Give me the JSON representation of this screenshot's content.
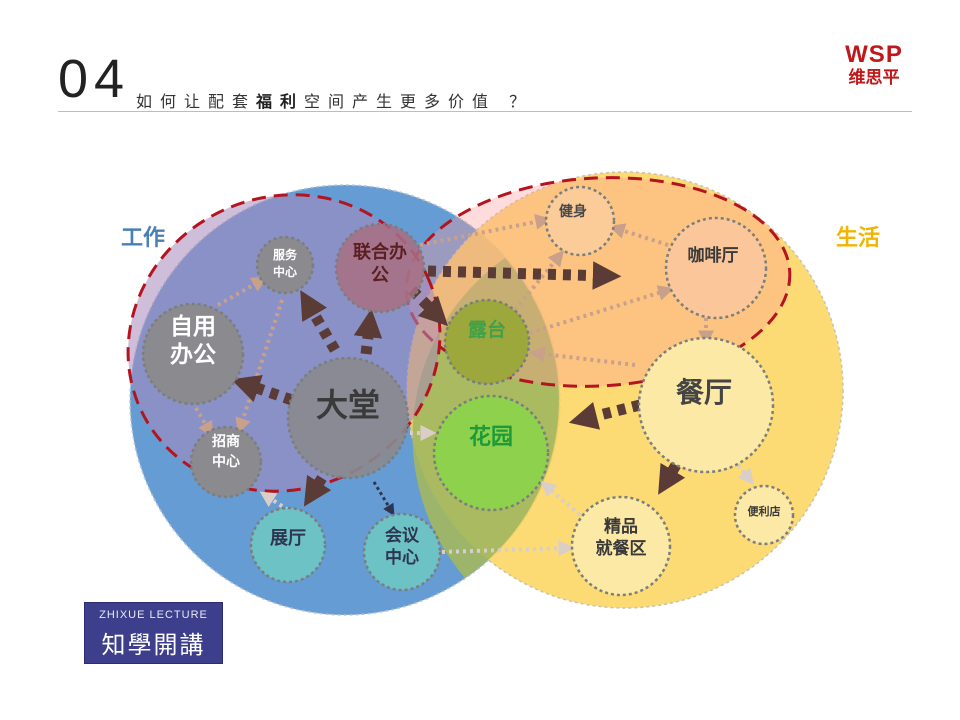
{
  "header": {
    "number": "04",
    "title_part1": "如何让配套",
    "title_bold": "福利",
    "title_part2": "空间产生更多价值 ？"
  },
  "logo": {
    "line1": "WSP",
    "line2": "维思平",
    "color": "#c0181a"
  },
  "badge": {
    "line1": "ZHIXUE LECTURE",
    "line2": "知學開講"
  },
  "regions": {
    "work": {
      "label": "工作",
      "color": "#4a7fb5"
    },
    "life": {
      "label": "生活",
      "color": "#f2b400"
    }
  },
  "nodes": {
    "service_center": [
      "服务",
      "中心"
    ],
    "joint_office": [
      "联合办",
      "公"
    ],
    "self_office": [
      "自用",
      "办公"
    ],
    "lobby": "大堂",
    "recruit_center": [
      "招商",
      "中心"
    ],
    "exhibition_hall": "展厅",
    "meeting_center": [
      "会议",
      "中心"
    ],
    "terrace": "露台",
    "garden": "花园",
    "fitness": "健身",
    "cafe": "咖啡厅",
    "restaurant": "餐厅",
    "fine_dining": [
      "精品",
      "就餐区"
    ],
    "convenience_store": "便利店"
  }
}
